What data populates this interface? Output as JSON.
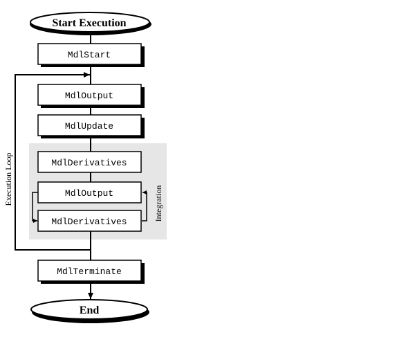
{
  "diagram": {
    "start_label": "Start Execution",
    "end_label": "End",
    "steps": {
      "mdl_start": "MdlStart",
      "mdl_output": "MdlOutput",
      "mdl_update": "MdlUpdate",
      "mdl_derivatives_1": "MdlDerivatives",
      "mdl_output_integration": "MdlOutput",
      "mdl_derivatives_2": "MdlDerivatives",
      "mdl_terminate": "MdlTerminate"
    },
    "loop_label": "Execution Loop",
    "integration_label": "Integration"
  },
  "colors": {
    "integration_fill": "#e6e6e6",
    "stroke": "#000000",
    "box_fill": "#ffffff"
  }
}
